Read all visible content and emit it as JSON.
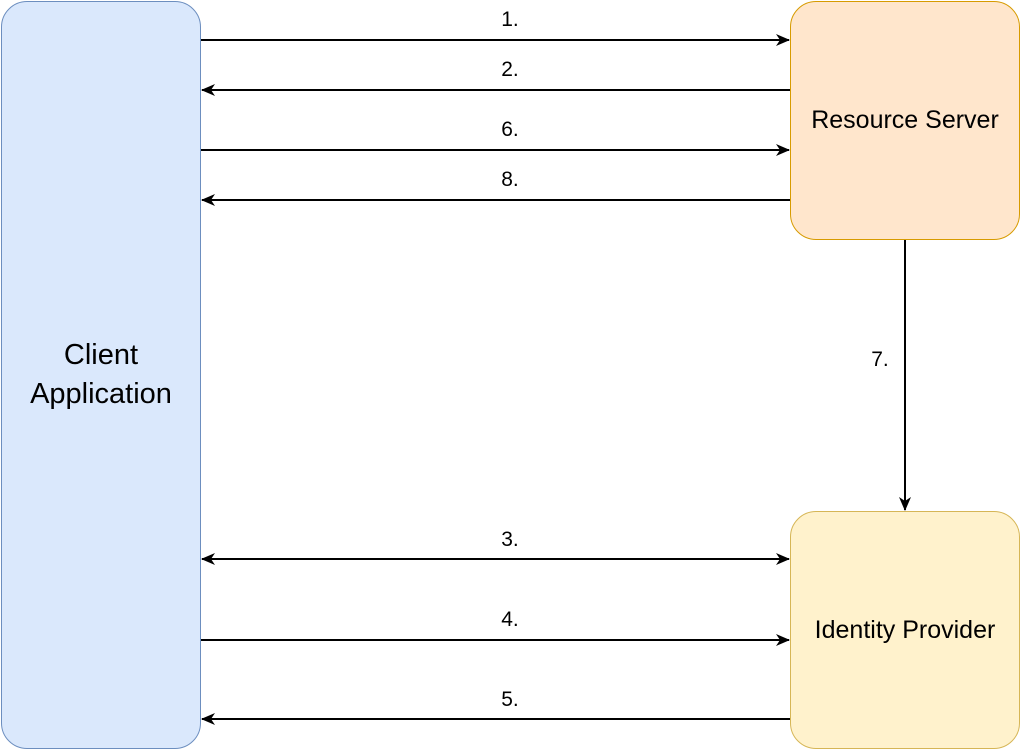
{
  "nodes": {
    "client": {
      "line1": "Client",
      "line2": "Application"
    },
    "resource_server": {
      "label": "Resource Server"
    },
    "identity_provider": {
      "label": "Identity Provider"
    }
  },
  "edges": [
    {
      "label": "1.",
      "from": "Client Application",
      "to": "Resource Server"
    },
    {
      "label": "2.",
      "from": "Resource Server",
      "to": "Client Application"
    },
    {
      "label": "6.",
      "from": "Client Application",
      "to": "Resource Server"
    },
    {
      "label": "8.",
      "from": "Resource Server",
      "to": "Client Application"
    },
    {
      "label": "7.",
      "from": "Resource Server",
      "to": "Identity Provider"
    },
    {
      "label": "3.",
      "from": "Client Application",
      "to": "Identity Provider",
      "bidirectional": true
    },
    {
      "label": "4.",
      "from": "Client Application",
      "to": "Identity Provider"
    },
    {
      "label": "5.",
      "from": "Identity Provider",
      "to": "Client Application"
    }
  ],
  "colors": {
    "client_fill": "#dae8fc",
    "client_stroke": "#6c8ebf",
    "resource_fill": "#ffe6cc",
    "resource_stroke": "#d79b00",
    "idp_fill": "#fff2cc",
    "idp_stroke": "#d6b656",
    "edge": "#000000"
  }
}
